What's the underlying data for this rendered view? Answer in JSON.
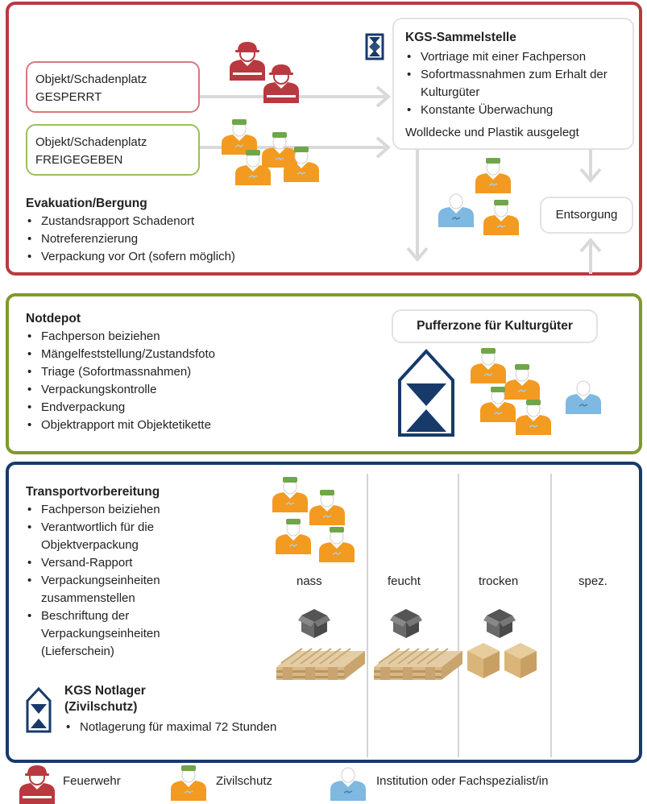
{
  "section1": {
    "locked_box": {
      "line1": "Objekt/Schadenplatz",
      "line2": "GESPERRT"
    },
    "released_box": {
      "line1": "Objekt/Schadenplatz",
      "line2": "FREIGEGEBEN"
    },
    "collection_point": {
      "title": "KGS-Sammelstelle",
      "items": [
        "Vortriage mit einer Fachperson",
        "Sofortmassnahmen zum Erhalt der Kulturgüter",
        "Konstante Überwachung"
      ],
      "note": "Wolldecke und Plastik ausgelegt"
    },
    "disposal": "Entsorgung",
    "evacuation": {
      "title": "Evakuation/Bergung",
      "items": [
        "Zustandsrapport Schadenort",
        "Notreferenzierung",
        "Verpackung vor Ort (sofern möglich)"
      ]
    }
  },
  "section2": {
    "title": "Notdepot",
    "items": [
      "Fachperson beiziehen",
      "Mängelfeststellung/Zustandsfoto",
      "Triage (Sofortmassnahmen)",
      "Verpackungskontrolle",
      "Endverpackung",
      "Objektrapport mit Objektetikette"
    ],
    "buffer_zone": "Pufferzone für Kulturgüter"
  },
  "section3": {
    "title": "Transportvorbereitung",
    "items": [
      "Fachperson beiziehen",
      "Verantwortlich für die Objektverpackung",
      "Versand-Rapport",
      "Verpackungseinheiten zusammenstellen",
      "Beschriftung der Verpackungseinheiten (Lieferschein)"
    ],
    "categories": [
      "nass",
      "feucht",
      "trocken",
      "spez."
    ],
    "storage": {
      "title_line1": "KGS Notlager",
      "title_line2": "(Zivilschutz)",
      "item": "Notlagerung für maximal 72 Stunden"
    }
  },
  "legend": [
    {
      "label": "Feuerwehr",
      "icon": "firefighter-icon",
      "color": "#b8393f"
    },
    {
      "label": "Zivilschutz",
      "icon": "civil-protection-icon",
      "color": "#f39a21"
    },
    {
      "label": "Institution oder Fachspezialist/in",
      "icon": "specialist-icon",
      "color": "#7fb8e0"
    }
  ],
  "colors": {
    "firefighter": "#b8393f",
    "civil_protection": "#f39a21",
    "specialist": "#7fb8e0",
    "navy": "#173a6b",
    "green": "#7f9a2a"
  }
}
